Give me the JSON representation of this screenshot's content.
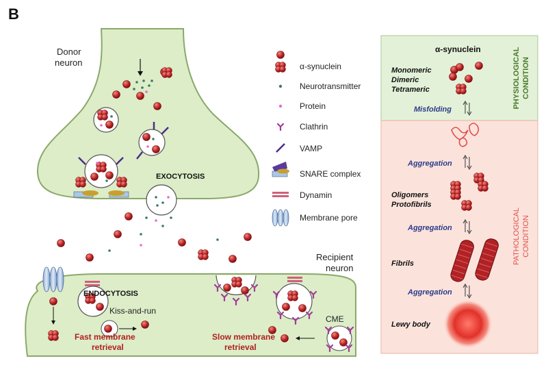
{
  "panel_letter": "B",
  "donor": {
    "title_line1": "Donor",
    "title_line2": "neuron"
  },
  "recipient": {
    "title_line1": "Recipient",
    "title_line2": "neuron"
  },
  "labels": {
    "exocytosis": "EXOCYTOSIS",
    "endocytosis": "ENDOCYTOSIS",
    "kiss_and_run": "Kiss-and-run",
    "cme": "CME",
    "fast_line1": "Fast  membrane",
    "fast_line2": "retrieval",
    "slow_line1": "Slow  membrane",
    "slow_line2": "retrieval"
  },
  "legend": [
    {
      "key": "alpha_syn",
      "label": "α-synuclein"
    },
    {
      "key": "neurotransmitter",
      "label": "Neurotransmitter"
    },
    {
      "key": "protein",
      "label": "Protein"
    },
    {
      "key": "clathrin",
      "label": "Clathrin"
    },
    {
      "key": "vamp",
      "label": "VAMP"
    },
    {
      "key": "snare",
      "label": "SNARE complex"
    },
    {
      "key": "dynamin",
      "label": "Dynamin"
    },
    {
      "key": "pore",
      "label": "Membrane pore"
    }
  ],
  "right_panel": {
    "title": "α-synuclein",
    "forms_line1": "Monomeric",
    "forms_line2": "Dimeric",
    "forms_line3": "Tetrameric",
    "misfolding": "Misfolding",
    "aggregation_1": "Aggregation",
    "aggregation_2": "Aggregation",
    "aggregation_3": "Aggregation",
    "oligomers_line1": "Oligomers",
    "oligomers_line2": "Protofibrils",
    "fibrils": "Fibrils",
    "lewy_body": "Lewy body",
    "physiological_line1": "PHYSIOLOGICAL",
    "physiological_line2": "CONDITION",
    "pathological_line1": "PATHOLOGICAL",
    "pathological_line2": "CONDITION"
  },
  "colors": {
    "neuron_fill": "#dcedc8",
    "neuron_stroke": "#8aa86a",
    "syn_red": "#c0282a",
    "physio_bg": "#e3f1d8",
    "patho_bg": "#fbe3dc",
    "physio_text": "#4a7a2e",
    "patho_text": "#e0504a",
    "aggregation_text": "#2c3a8a",
    "retrieval_text": "#b02020",
    "clathrin": "#a33b9a",
    "vamp": "#4b2c8a"
  }
}
